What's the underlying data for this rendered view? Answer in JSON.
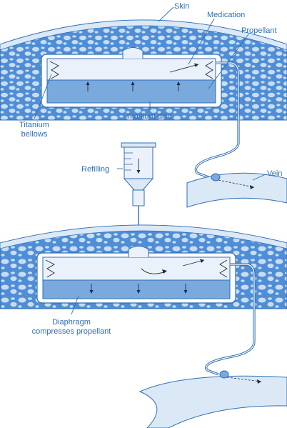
{
  "labels": {
    "skin": "Skin",
    "medication": "Medication",
    "propellant": "Propellant",
    "titanium_bellows_line1": "Titanium",
    "titanium_bellows_line2": "bellows",
    "titanium_disc": "Titanium disc",
    "refilling": "Refilling",
    "vein": "Vein",
    "diaphragm_line1": "Diaphragm",
    "diaphragm_line2": "compresses propellant"
  },
  "colors": {
    "tissue": "#4f8ed6",
    "tissue_cell": "#c9ddf2",
    "skin_surface": "#dbe8f6",
    "medication_chamber": "#eaf1fa",
    "propellant_chamber": "#7aa9dd",
    "label_text": "#2f6fb5",
    "arrow": "#1f2a44"
  }
}
